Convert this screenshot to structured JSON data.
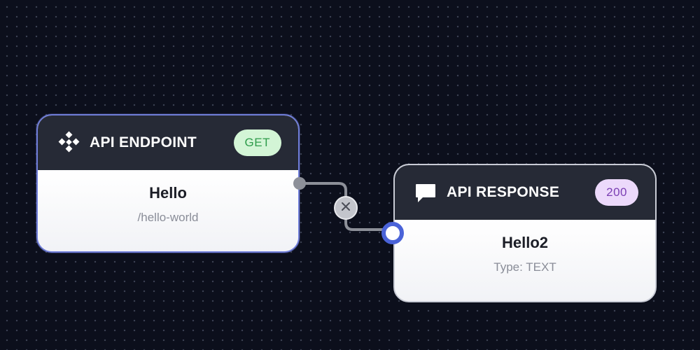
{
  "endpoint_node": {
    "title": "API ENDPOINT",
    "method": "GET",
    "name": "Hello",
    "path": "/hello-world",
    "icon": "endpoint-diamond-icon"
  },
  "response_node": {
    "title": "API RESPONSE",
    "status": "200",
    "name": "Hello2",
    "type": "Type: TEXT",
    "icon": "chat-bubble-icon"
  },
  "edge": {
    "delete_icon": "close-icon"
  },
  "colors": {
    "canvas_bg": "#0c0f1c",
    "header_bg": "#262a36",
    "endpoint_border": "#6f7dd8",
    "connector_accent": "#4a63d8",
    "get_badge_bg": "#d3f5d6",
    "get_badge_text": "#2e9c4b",
    "status_badge_bg": "#ecd9fb",
    "status_badge_text": "#7b3fb3"
  }
}
